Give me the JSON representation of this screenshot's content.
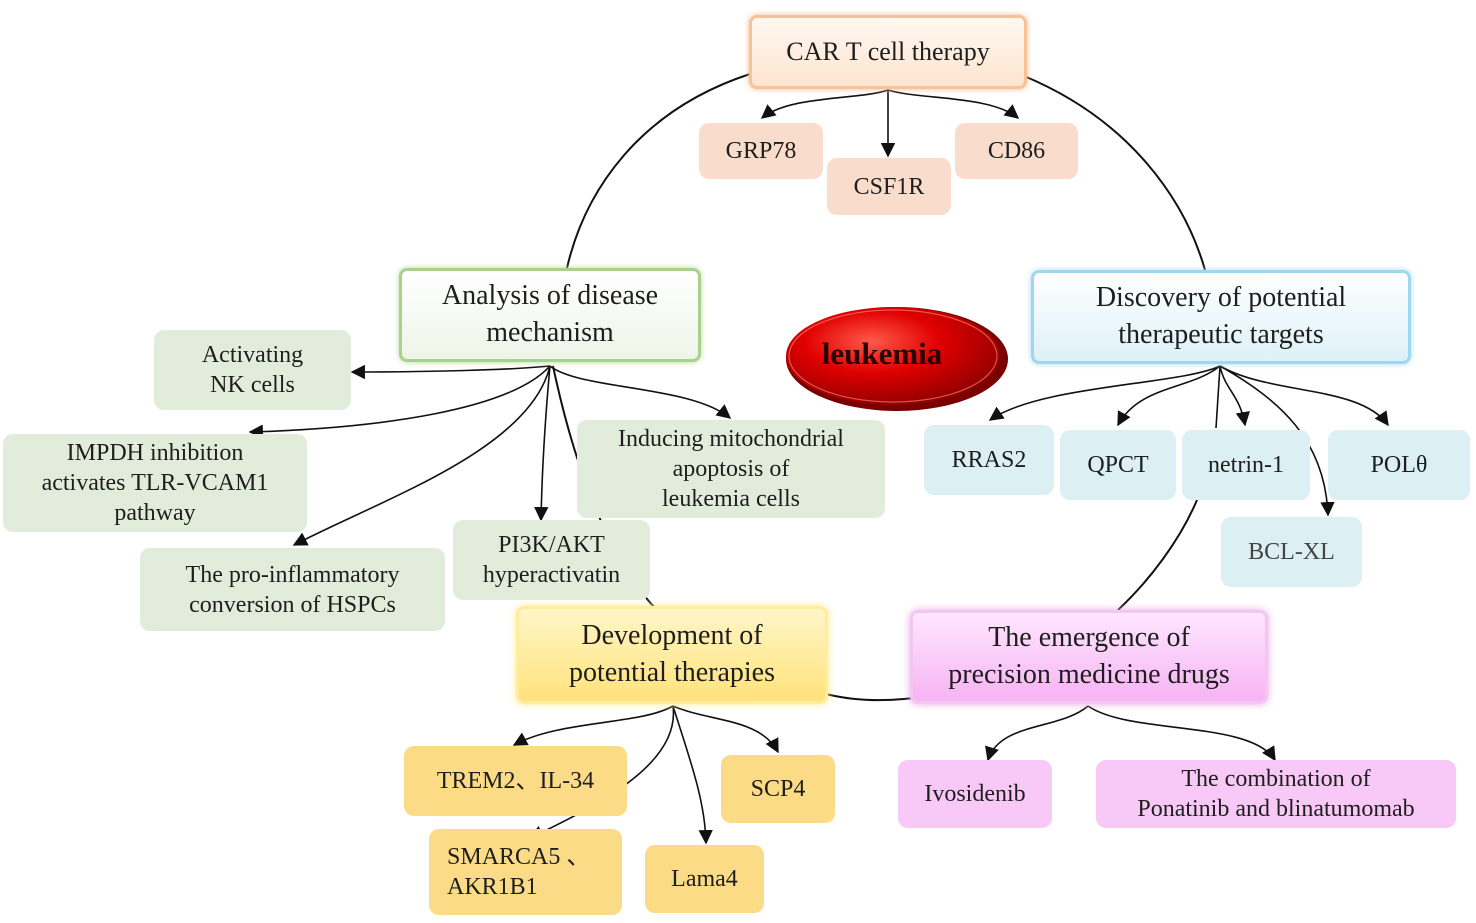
{
  "center": {
    "label": "leukemia"
  },
  "hubs": {
    "car_t": "CAR T cell therapy",
    "analysis": "Analysis of disease\nmechanism",
    "discovery": "Discovery of potential\ntherapeutic targets",
    "development": "Development of\npotential therapies",
    "precision": "The emergence of\nprecision medicine drugs"
  },
  "car_t_children": [
    "GRP78",
    "CSF1R",
    "CD86"
  ],
  "analysis_children": [
    "Activating\nNK cells",
    "IMPDH inhibition\nactivates TLR-VCAM1\npathway",
    "The pro-inflammatory\nconversion of HSPCs",
    "PI3K/AKT\nhyperactivatin",
    "Inducing mitochondrial\napoptosis of\nleukemia cells"
  ],
  "discovery_children": [
    "RRAS2",
    "QPCT",
    "netrin-1",
    "POLθ",
    "BCL-XL"
  ],
  "development_children": [
    "TREM2、IL-34",
    "SMARCA5 、\nAKR1B1",
    "Lama4",
    "SCP4"
  ],
  "precision_children": [
    "Ivosidenib",
    "The combination of\nPonatinib and blinatumomab"
  ],
  "colors": {
    "orange": "#f9dccc",
    "green": "#e2ecda",
    "blue": "#dcf0f4",
    "yellow": "#fbdb86",
    "pink": "#f8c8f6",
    "center_red": "#cc0000"
  }
}
